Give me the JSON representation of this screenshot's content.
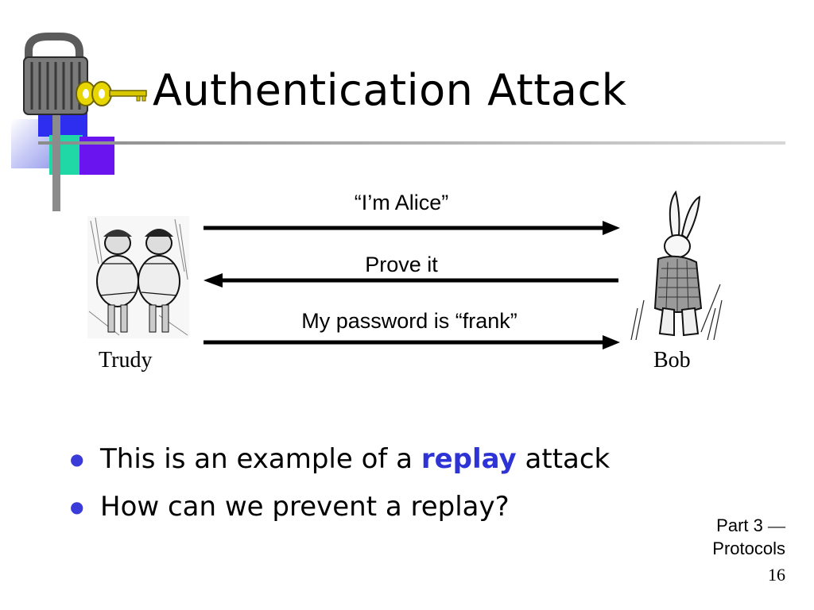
{
  "title": "Authentication Attack",
  "messages": [
    {
      "text": "“I’m Alice”",
      "direction": "right"
    },
    {
      "text": "Prove it",
      "direction": "left"
    },
    {
      "text": "My password is “frank”",
      "direction": "right"
    }
  ],
  "participants": {
    "left": {
      "name": "Trudy",
      "icon": "tweedledum-tweedledee-illustration"
    },
    "right": {
      "name": "Bob",
      "icon": "white-rabbit-illustration"
    }
  },
  "bullets": [
    {
      "before": "This is an example of a ",
      "highlight": "replay",
      "after": " attack"
    },
    {
      "text": "How can we prevent a replay?"
    }
  ],
  "footer": {
    "line1": "Part 3",
    "dash": "—",
    "line2": "Protocols",
    "page": "16"
  },
  "colors": {
    "highlight": "#2e33d6",
    "bullet": "#3b3bd9"
  }
}
